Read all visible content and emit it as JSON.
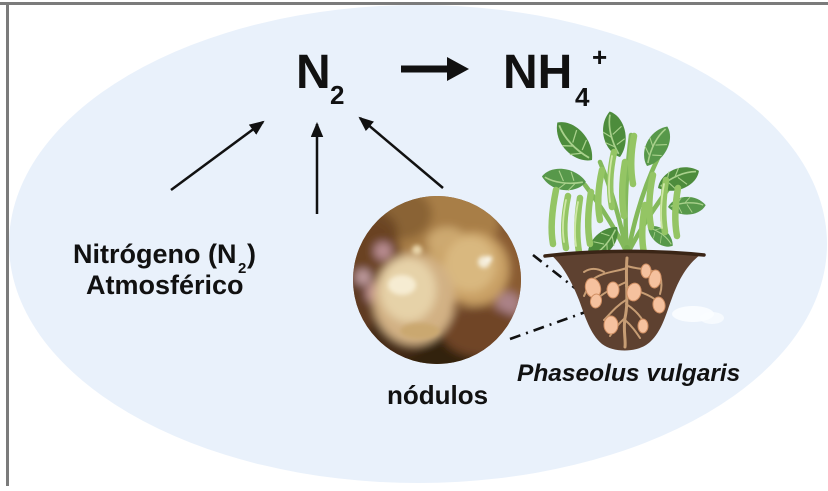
{
  "figure": {
    "title_semantic": "biological nitrogen fixation diagram",
    "reaction": {
      "reactant_base": "N",
      "reactant_subscript": "2",
      "product_base": "NH",
      "product_subscript": "4",
      "product_superscript": "+"
    },
    "source_label": {
      "line1_base": "Nitrógeno (N",
      "line1_subscript": "2",
      "line1_close": ")",
      "line2": "Atmosférico"
    },
    "photo_caption": "nódulos",
    "species_label": "Phaseolus vulgaris",
    "icons": {
      "reaction_arrow": "right-arrow",
      "converging_arrows": "three-up-arrows",
      "callout_lines": "dash-dot-leader-lines"
    },
    "colors": {
      "background": "#ffffff",
      "frame_border": "#7b7b7b",
      "ellipse_fill": "#e9f1fb",
      "text": "#111111",
      "arrow": "#111111",
      "soil": "#5e4130",
      "soil_top_line": "#3a2516",
      "roots": "#c79d74",
      "root_nodule": "#f5c19e",
      "leaf_dark": "#4d8c3c",
      "leaf_mid": "#57984a",
      "stem": "#83b95b",
      "pod": "#94c564",
      "pod_highlight": "#cfe8a6"
    }
  }
}
